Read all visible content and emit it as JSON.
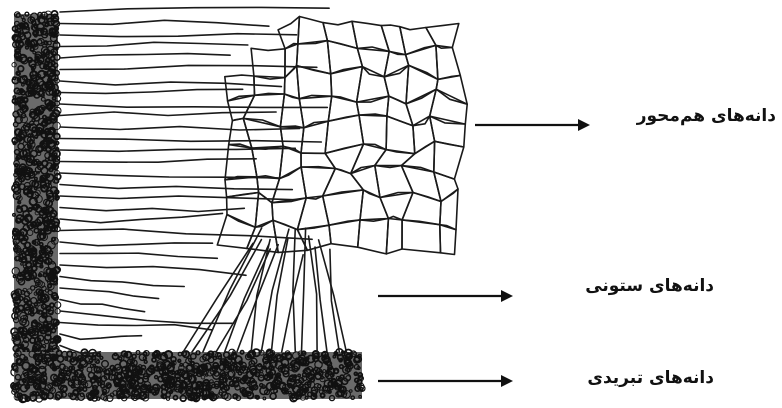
{
  "labels": {
    "equiaxed": "دانه‌های هم‌محور",
    "columnar": "دانه‌های ستونی",
    "chill": "دانه‌های تبریدی"
  },
  "colors": {
    "ink": "#111111",
    "background": "#ffffff"
  }
}
